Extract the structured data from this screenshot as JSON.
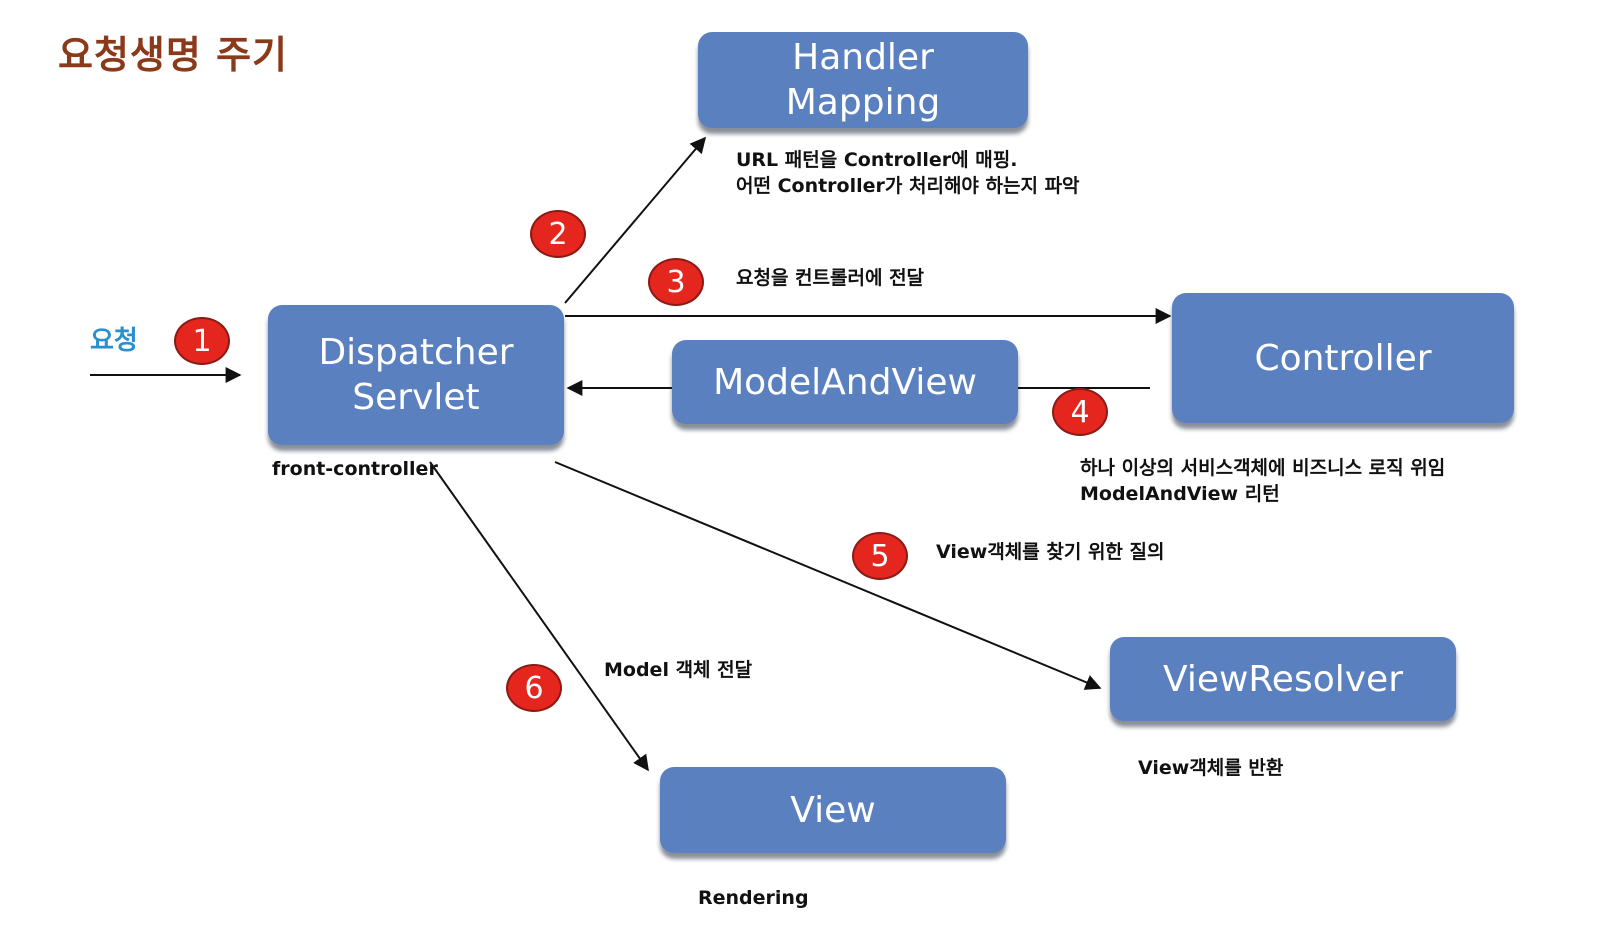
{
  "title": "요청생명 주기",
  "request_label": "요청",
  "boxes": {
    "handler_mapping": "Handler\nMapping",
    "dispatcher_servlet": "Dispatcher\nServlet",
    "controller": "Controller",
    "model_and_view": "ModelAndView",
    "view_resolver": "ViewResolver",
    "view": "View"
  },
  "notes": {
    "handler_mapping": "URL 패턴을 Controller에 매핑.\n어떤 Controller가 처리해야 하는지 파악",
    "front_controller": "front-controller",
    "step3": "요청을 컨트롤러에 전달",
    "controller": "하나 이상의 서비스객체에 비즈니스 로직 위임\nModelAndView 리턴",
    "step5": "View객체를 찾기 위한 질의",
    "step6": "Model 객체 전달",
    "view_resolver": "View객체를 반환",
    "view": "Rendering"
  },
  "steps": [
    "1",
    "2",
    "3",
    "4",
    "5",
    "6"
  ],
  "colors": {
    "box": "#5b80c0",
    "badge": "#e4261f",
    "title": "#8a3a1a",
    "request": "#2a8fd0"
  }
}
